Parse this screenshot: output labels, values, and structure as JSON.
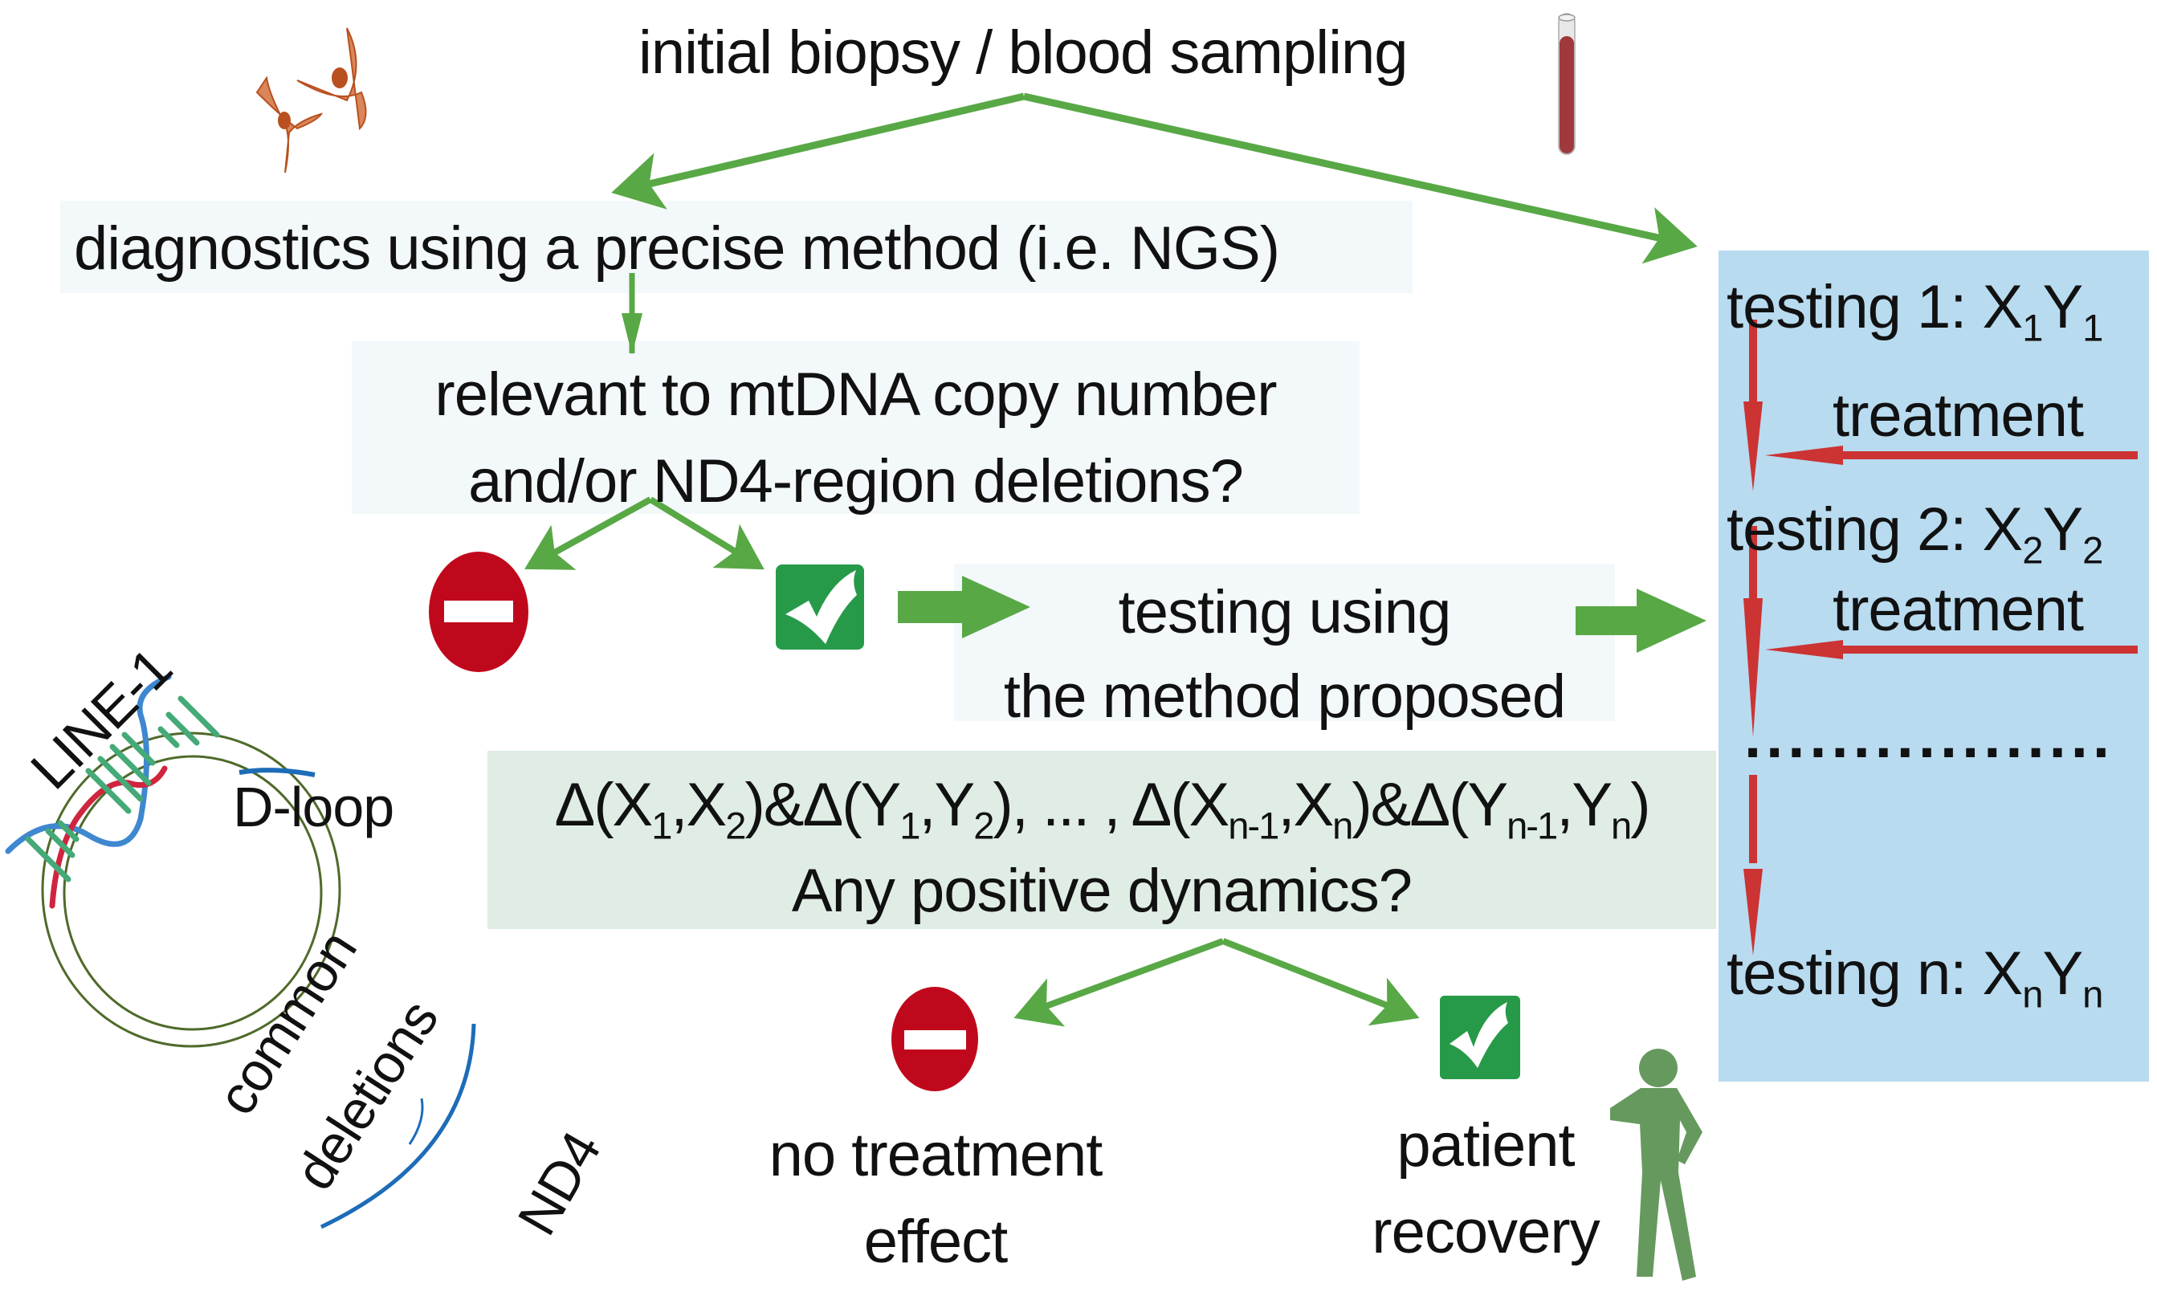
{
  "top": {
    "title": "initial biopsy / blood sampling",
    "cells_icon": "fibroblast-cells-icon",
    "tube_icon": "blood-tube-icon"
  },
  "diagnostics": {
    "label": "diagnostics using a precise method (i.e. NGS)"
  },
  "relevance": {
    "line1": "relevant to mtDNA copy number",
    "line2": "and/or ND4-region deletions?"
  },
  "decision1": {
    "no_icon": "no-entry-icon",
    "yes_icon": "check-icon"
  },
  "method_box": {
    "line1": "testing using",
    "line2": "the method proposed"
  },
  "testing_panel": {
    "tests": [
      {
        "prefix": "testing 1: ",
        "x": "X",
        "xsub": "1",
        "y": "Y",
        "ysub": "1"
      },
      {
        "prefix": "testing 2: ",
        "x": "X",
        "xsub": "2",
        "y": "Y",
        "ysub": "2"
      },
      {
        "prefix": "testing n: ",
        "x": "X",
        "xsub": "n",
        "y": "Y",
        "ysub": "n"
      }
    ],
    "treatment_labels": [
      "treatment",
      "treatment"
    ],
    "ellipsis": "................."
  },
  "dynamics": {
    "formula": [
      {
        "t": "Δ(X"
      },
      {
        "s": "1"
      },
      {
        "t": ",X"
      },
      {
        "s": "2"
      },
      {
        "t": ")&Δ(Y"
      },
      {
        "s": "1"
      },
      {
        "t": ",Y"
      },
      {
        "s": "2"
      },
      {
        "t": "), ... , Δ(X"
      },
      {
        "s": "n-1"
      },
      {
        "t": ",X"
      },
      {
        "s": "n"
      },
      {
        "t": ")&Δ(Y"
      },
      {
        "s": "n-1"
      },
      {
        "t": ",Y"
      },
      {
        "s": "n"
      },
      {
        "t": ")"
      }
    ],
    "question": "Any positive dynamics?"
  },
  "outcomes": {
    "negative": {
      "line1": "no treatment",
      "line2": "effect"
    },
    "positive": {
      "line1": "patient",
      "line2": "recovery"
    },
    "person_icon": "recovered-patient-icon"
  },
  "mtdna": {
    "line1_label": "LINE-1",
    "dloop_label": "D-loop",
    "common_label_1": "common",
    "common_label_2": "deletions",
    "nd4_label": "ND4"
  },
  "colors": {
    "green_arrow": "#58a846",
    "red_arrow": "#cc3333",
    "stop_red": "#c0081c",
    "check_green": "#279a4a",
    "panel_blue": "#b8dbf0",
    "box_green": "#dfede5",
    "box_light": "#f3f8fb",
    "person_green": "#66995e",
    "dna_red": "#d0253f",
    "dna_blue": "#3f87cf",
    "dna_green": "#44aa77",
    "circle_olive": "#4f6a2a",
    "arc_blue": "#1d6cb8",
    "cell_orange": "#d9865a",
    "cell_nucleus": "#b8501f",
    "tube_red": "#a0393b"
  }
}
